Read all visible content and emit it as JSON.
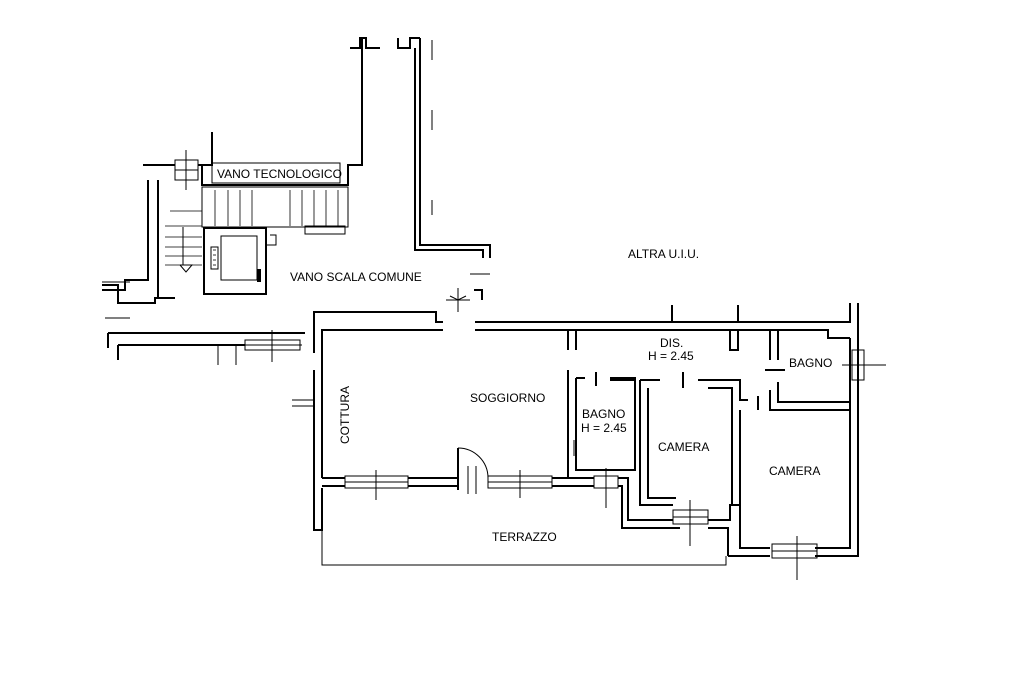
{
  "plan": {
    "labels": {
      "vano_tecnologico": "VANO TECNOLOGICO",
      "vano_scala_comune": "VANO SCALA COMUNE",
      "altra_uiu": "ALTRA U.I.U.",
      "cottura": "COTTURA",
      "soggiorno": "SOGGIORNO",
      "dis": "DIS.",
      "dis_height": "H = 2.45",
      "bagno_small": "BAGNO",
      "bagno_small_height": "H = 2.45",
      "camera_center": "CAMERA",
      "camera_right": "CAMERA",
      "bagno_right": "BAGNO",
      "terrazzo": "TERRAZZO"
    }
  }
}
